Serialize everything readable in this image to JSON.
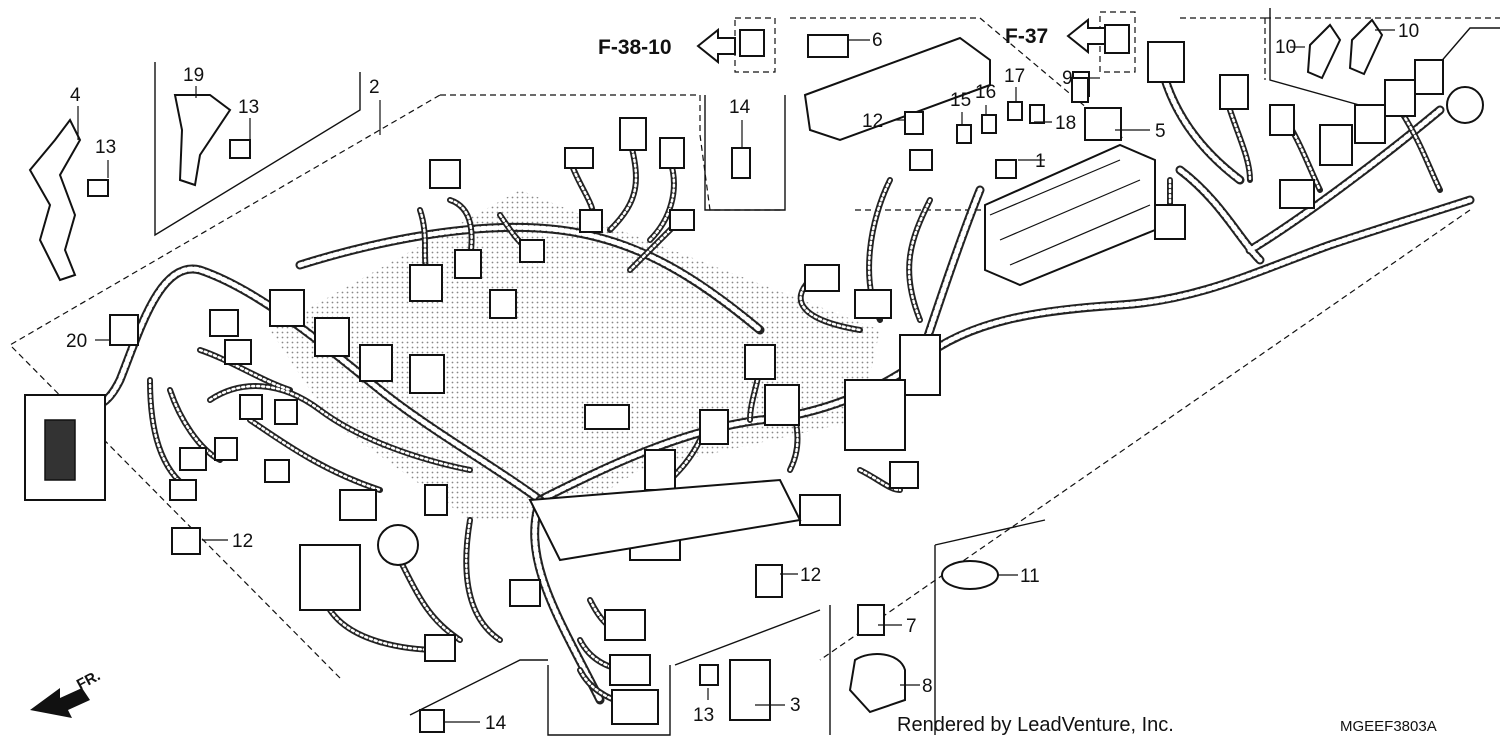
{
  "callouts": [
    "1",
    "2",
    "3",
    "4",
    "5",
    "6",
    "7",
    "8",
    "9",
    "10",
    "10",
    "11",
    "12",
    "12",
    "12",
    "13",
    "13",
    "13",
    "14",
    "14",
    "15",
    "16",
    "17",
    "18",
    "19",
    "20"
  ],
  "references": {
    "ref_left": "F-38-10",
    "ref_right": "F-37"
  },
  "direction": {
    "front": "FR."
  },
  "footer": {
    "credit": "Rendered by LeadVenture, Inc.",
    "diagram_code": "MGEEF3803A"
  }
}
